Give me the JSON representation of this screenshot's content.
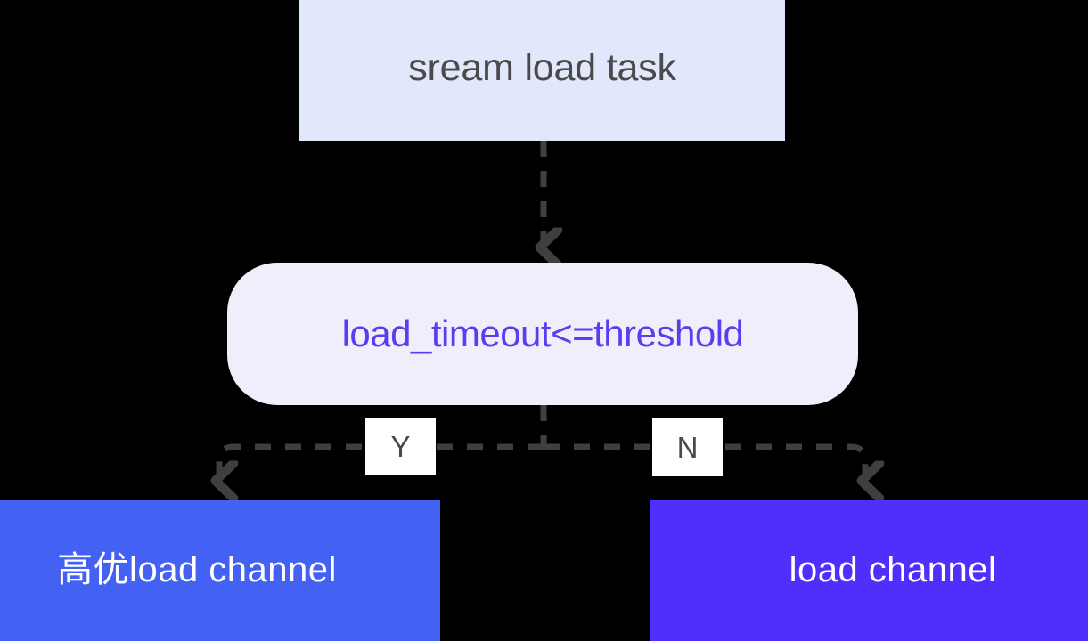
{
  "diagram": {
    "type": "flowchart",
    "direction": "top-to-bottom",
    "background_color": "#000000",
    "nodes": [
      {
        "id": "start",
        "label": "sream load task",
        "shape": "rectangle",
        "fill": "#e2e8fb",
        "text_color": "#4a4a4a"
      },
      {
        "id": "decision",
        "label": "load_timeout<=threshold",
        "shape": "rounded-rectangle",
        "fill": "#efeefb",
        "text_color": "#5b3df0"
      },
      {
        "id": "hi_channel",
        "label": "高优load  channel",
        "shape": "rectangle",
        "fill": "#4361f2",
        "text_color": "#ffffff"
      },
      {
        "id": "channel",
        "label": "load  channel",
        "shape": "rectangle",
        "fill": "#4f2ffb",
        "text_color": "#ffffff"
      }
    ],
    "edges": [
      {
        "id": "start-to-decision",
        "from": "start",
        "to": "decision",
        "label": "",
        "style": "dashed",
        "arrow": "end",
        "color": "#4a4a4a"
      },
      {
        "id": "decision-to-hi-channel",
        "from": "decision",
        "to": "hi_channel",
        "label": "Y",
        "style": "dashed",
        "arrow": "end",
        "color": "#4a4a4a"
      },
      {
        "id": "decision-to-channel",
        "from": "decision",
        "to": "channel",
        "label": "N",
        "style": "dashed",
        "arrow": "end",
        "color": "#4a4a4a"
      }
    ]
  }
}
